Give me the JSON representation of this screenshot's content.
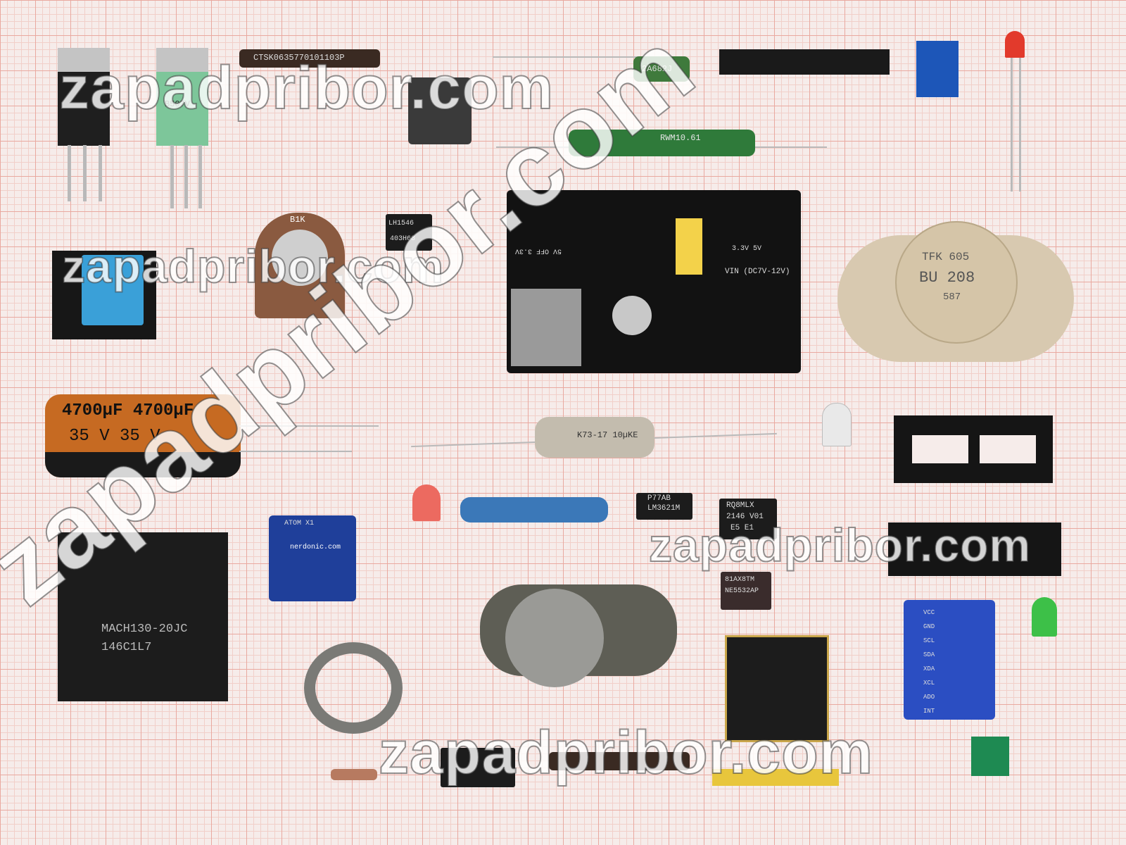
{
  "watermark": "zapadpribor.com",
  "components": {
    "capacitor_large": {
      "label": "4700µF 4700µF",
      "voltage": "35 V 35 V"
    },
    "plcc_chip": {
      "line1": "MACH130-20JC",
      "line2": "146C1L7"
    },
    "power_transistor": {
      "line1": "TFK 605",
      "line2": "BU 208",
      "line3": "587"
    },
    "wirewound_resistor": {
      "label": "RWM10.61"
    },
    "film_capacitor": {
      "label": "2A682J"
    },
    "resistor_network": {
      "label": "CTSK0635770101103P"
    },
    "potentiometer": {
      "label": "B1K"
    },
    "optocoupler": {
      "line1": "LH1546",
      "line2": "403H68"
    },
    "soic_chip": {
      "line1": "P77AB",
      "line2": "LM3621M"
    },
    "tssop_chip": {
      "line1": "RQ8MLX",
      "line2": "2146 V01",
      "line3": "E5 E1"
    },
    "dip_opamp": {
      "line1": "81AX8TM",
      "line2": "NE5532AP"
    },
    "power_module": {
      "vin": "VIN (DC7V-12V)",
      "off": "5V OFF 3.3V",
      "rails": "3.3V 5V"
    },
    "atom_board": {
      "line1": "ATOM X1",
      "line2": "nerdonic.com"
    },
    "imu_board": {
      "pins": [
        "VCC",
        "GND",
        "SCL",
        "SDA",
        "XDA",
        "XCL",
        "ADO",
        "INT"
      ]
    },
    "to220_b": {
      "label": "B507V"
    },
    "axial_cap": {
      "label": "K73-17 10µKE"
    }
  }
}
